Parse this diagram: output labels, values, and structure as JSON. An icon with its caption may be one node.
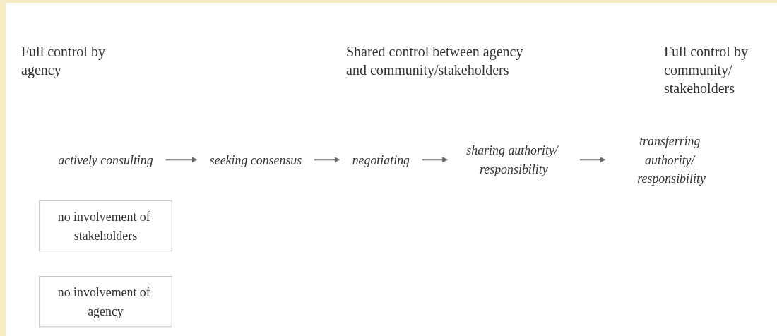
{
  "diagram": {
    "nodes": [
      {
        "text": [
          "actively consulting"
        ]
      },
      {
        "text": [
          "seeking consensus"
        ]
      },
      {
        "text": [
          "negotiating"
        ]
      },
      {
        "text": [
          "sharing authority/ responsibility"
        ]
      },
      {
        "text": [
          "transferring authority/ responsibility"
        ]
      },
      {
        "text": [
          "no involvement of stakeholders"
        ]
      },
      {
        "text": [
          "no involvement of agency"
        ]
      }
    ],
    "edges": [
      {
        "from": 0,
        "to": 1,
        "arrow": "to"
      },
      {
        "from": 1,
        "to": 2,
        "arrow": "to"
      },
      {
        "from": 2,
        "to": 3,
        "arrow": "to"
      },
      {
        "from": 3,
        "to": 4,
        "arrow": "to"
      }
    ],
    "labels": [
      "Full control by agency",
      "Shared control between agency and community/stakeholders",
      "Full control by community/ stakeholders"
    ]
  }
}
